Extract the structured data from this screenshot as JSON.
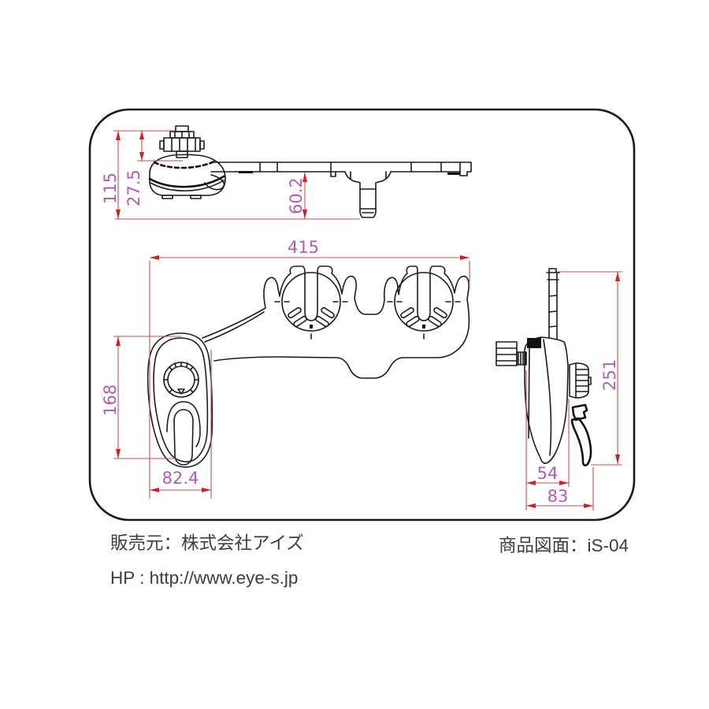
{
  "drawing": {
    "title_semantic": "bidet-attachment-technical-drawing",
    "dims": {
      "top_overall_height": "115",
      "top_knob_height": "27.5",
      "top_nozzle_drop": "60.2",
      "front_overall_width": "415",
      "front_unit_height": "168",
      "front_unit_width": "82.4",
      "side_overall_height": "251",
      "side_body_depth": "54",
      "side_overall_depth": "83"
    }
  },
  "footer": {
    "seller": "販売元：株式会社アイズ",
    "homepage": "HP : http://www.eye-s.jp",
    "drawing_code": "商品図面：iS-04"
  },
  "colors": {
    "outline": "#1c1c1c",
    "dimension_line": "#cf4a4a",
    "dimension_arrow": "#d42020",
    "dimension_text": "#b55ab5",
    "footer_text": "#3d3d3d",
    "background": "#ffffff"
  }
}
